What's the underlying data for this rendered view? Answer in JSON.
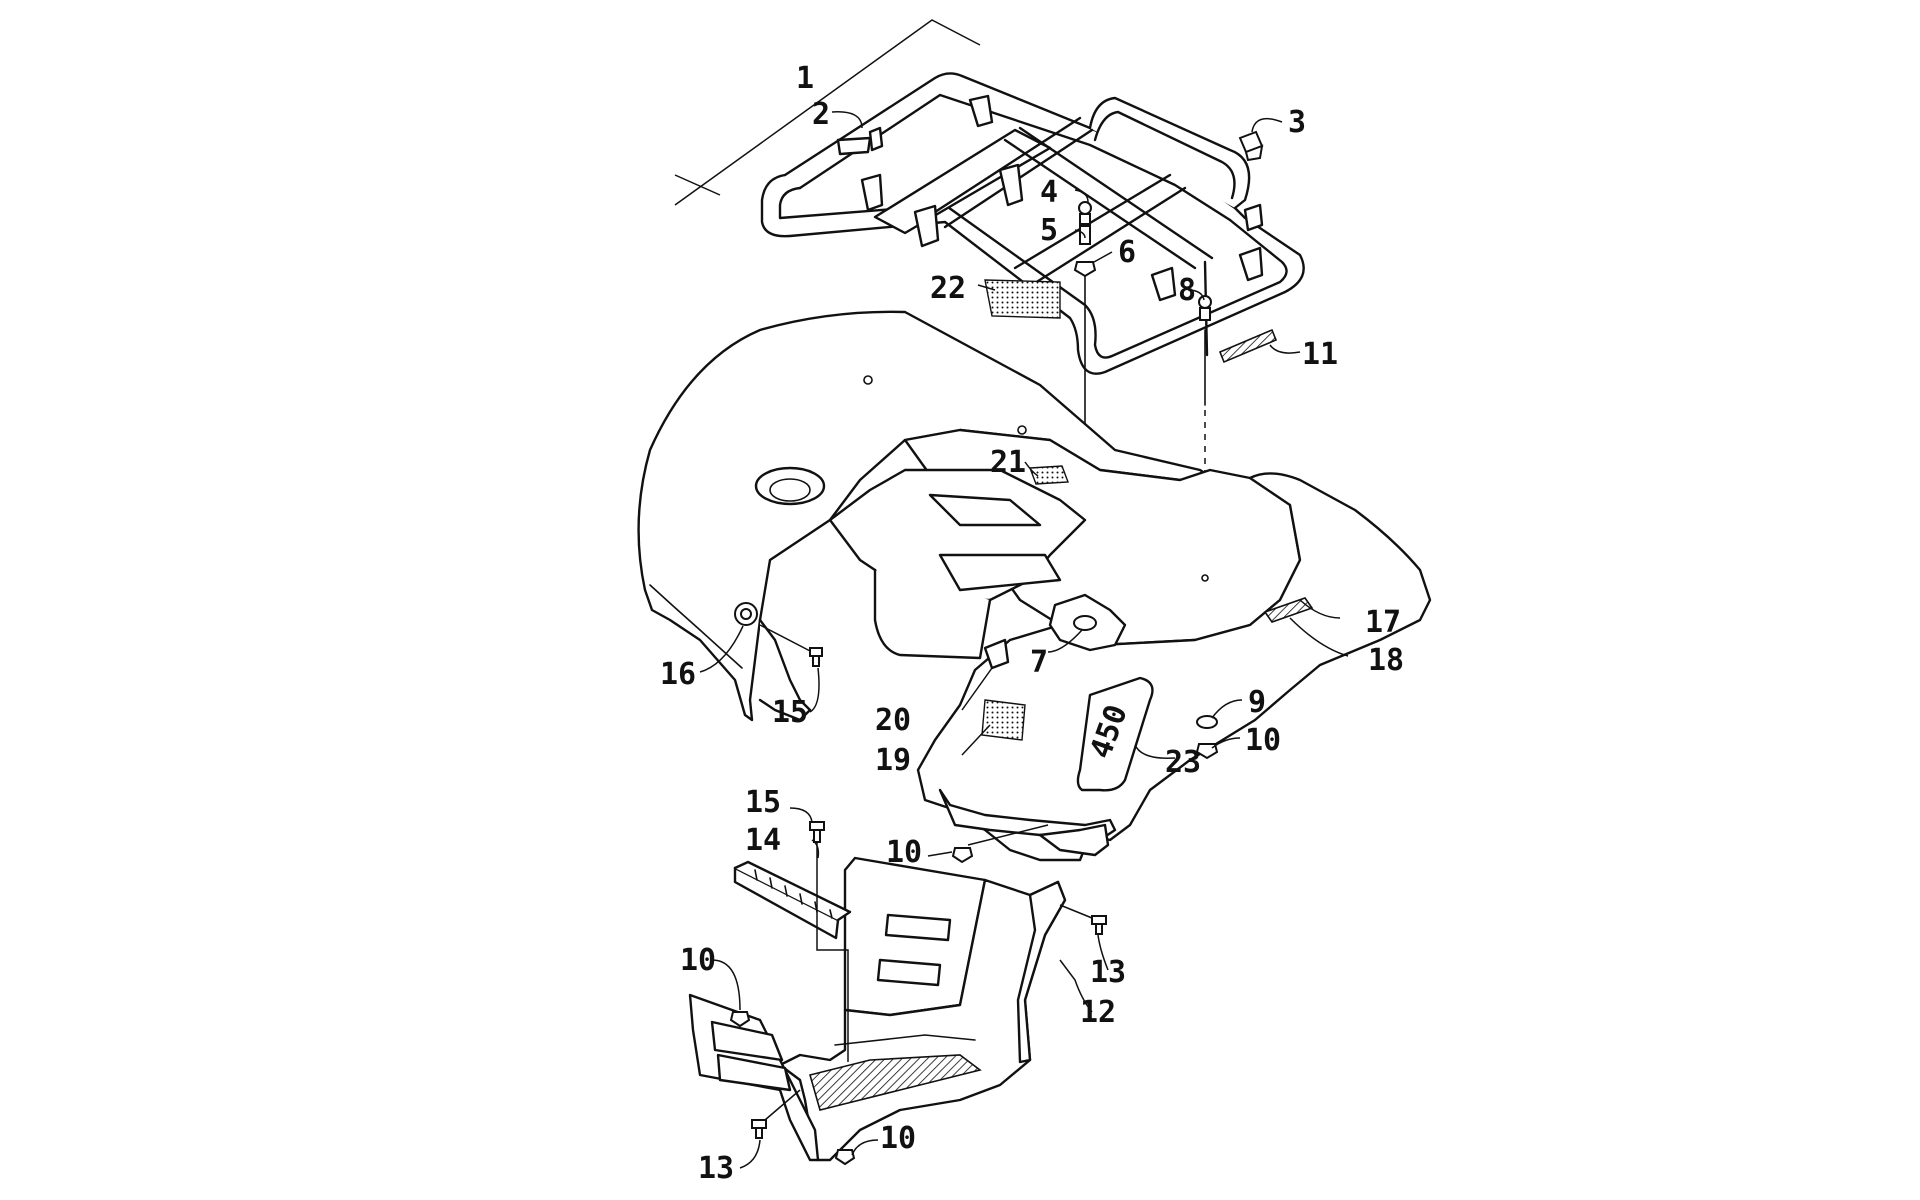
{
  "callouts": {
    "c1": "1",
    "c2": "2",
    "c3": "3",
    "c4": "4",
    "c5": "5",
    "c6": "6",
    "c7": "7",
    "c8": "8",
    "c9": "9",
    "c10a": "10",
    "c10b": "10",
    "c10c": "10",
    "c10d": "10",
    "c11": "11",
    "c12": "12",
    "c13a": "13",
    "c13b": "13",
    "c14": "14",
    "c15a": "15",
    "c15b": "15",
    "c16": "16",
    "c17": "17",
    "c18": "18",
    "c19": "19",
    "c20": "20",
    "c21": "21",
    "c22": "22",
    "c23": "23"
  },
  "decal_text": "450"
}
